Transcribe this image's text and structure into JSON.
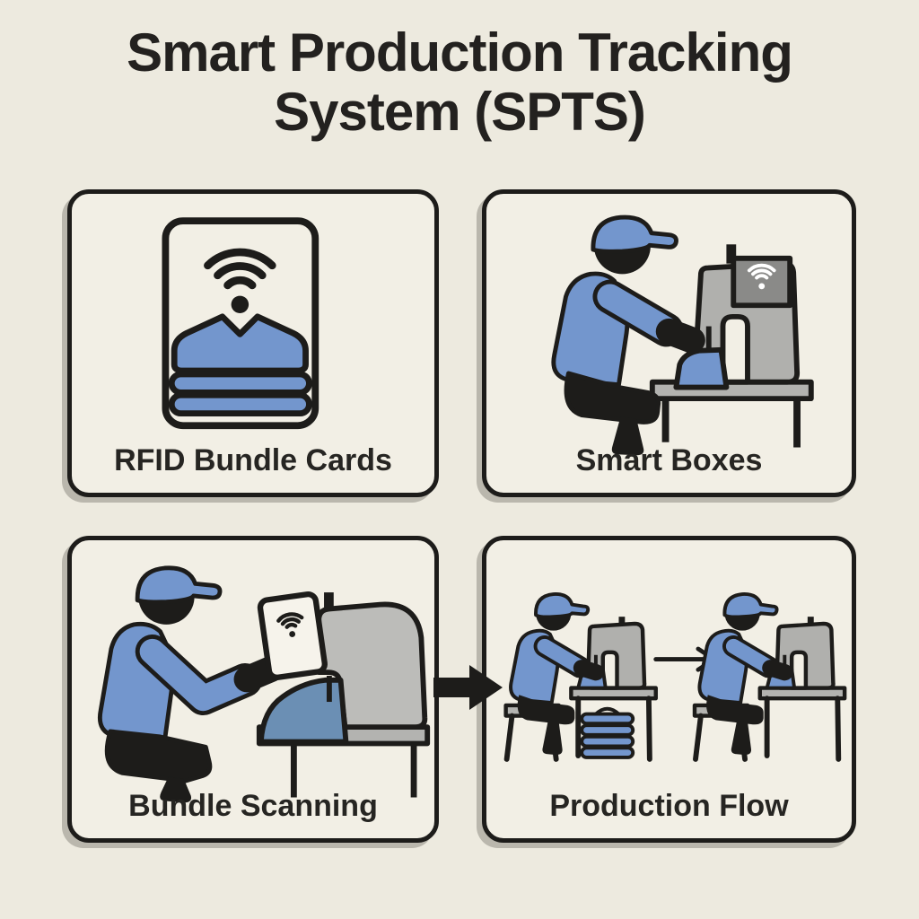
{
  "title": {
    "line1": "Smart Production Tracking",
    "line2": "System (SPTS)"
  },
  "panels": {
    "rfid": {
      "label": "RFID Bundle Cards"
    },
    "smart_boxes": {
      "label": "Smart Boxes"
    },
    "bundle_scanning": {
      "label": "Bundle Scanning"
    },
    "production_flow": {
      "label": "Production Flow"
    }
  },
  "connector": {
    "type": "arrow",
    "from": "Bundle Scanning",
    "to": "Production Flow"
  },
  "icons": [
    "rfid-card-icon",
    "wifi-icon",
    "folded-garments-icon",
    "worker-icon",
    "sewing-machine-icon",
    "smart-display-icon",
    "fabric-icon",
    "work-table-icon",
    "chair-icon",
    "flow-arrow-icon",
    "connector-arrow-icon",
    "garment-stack-icon"
  ],
  "colors": {
    "background": "#edeadf",
    "panel_fill": "#f2efe5",
    "outline": "#1d1c1a",
    "accent_blue": "#7396cd",
    "fabric_steel_blue": "#6b8fb4",
    "machine_gray": "#b0b0ad",
    "machine_light_gray": "#bcbcb9",
    "table_gray": "#b3b3b0",
    "smart_display_gray": "#8a8a88",
    "card_white": "#f6f3eb",
    "text": "#23211f"
  }
}
